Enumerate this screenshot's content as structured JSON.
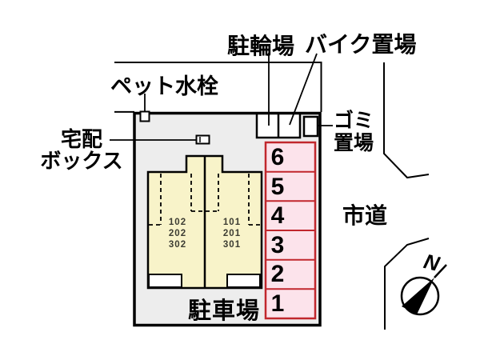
{
  "labels": {
    "pet_faucet": "ペット水栓",
    "bicycle_parking": "駐輪場",
    "motorcycle_parking": "バイク置場",
    "delivery_box_line1": "宅配",
    "delivery_box_line2": "ボックス",
    "garbage_line1": "ゴミ",
    "garbage_line2": "置場",
    "city_road": "市道",
    "parking_lot": "駐車場",
    "compass_north": "N"
  },
  "parking_spaces": [
    "6",
    "5",
    "4",
    "3",
    "2",
    "1"
  ],
  "building_units": {
    "left": {
      "rooms": [
        "102",
        "202",
        "302"
      ]
    },
    "right": {
      "rooms": [
        "101",
        "201",
        "301"
      ]
    }
  },
  "icons": {
    "compass": "compass-north-arrow-icon",
    "pet_faucet_marker": "pet-faucet-box-marker",
    "delivery_box_marker": "delivery-box-marker",
    "garbage_box_marker": "garbage-box-marker"
  },
  "colors": {
    "site_fill": "#EDEDED",
    "building_fill": "#F8F3C9",
    "parking_fill": "#FCE3EB",
    "parking_border": "#C1272D",
    "line": "#000000"
  }
}
